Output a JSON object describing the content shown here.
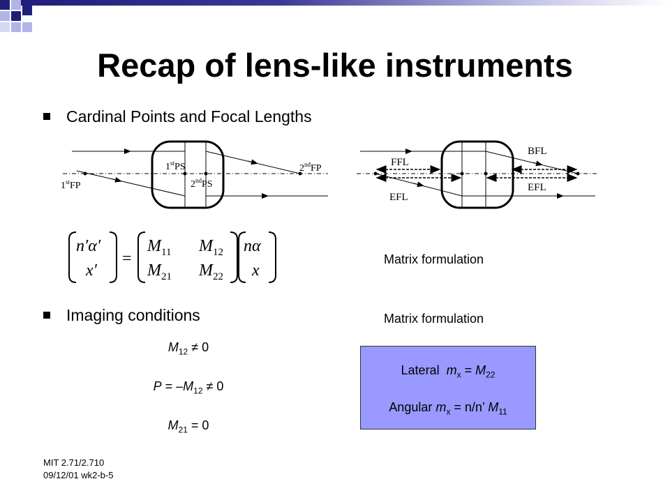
{
  "slide": {
    "title": "Recap of lens-like instruments",
    "bullets": [
      {
        "text": "Cardinal Points and Focal Lengths"
      },
      {
        "text": "Imaging conditions"
      }
    ],
    "matrix_labels": [
      "Matrix formulation",
      "Matrix formulation"
    ],
    "diagram_left": {
      "label_1st": "1",
      "sup": "st",
      "label_2nd": "2",
      "sup2": "nd",
      "ps": "PS",
      "fp": "FP"
    },
    "diagram_right": {
      "bfl": "BFL",
      "ffl": "FFL",
      "efl_left": "EFL",
      "efl_right": "EFL"
    },
    "equation": {
      "lhs_top": "n′α′",
      "lhs_bottom": "x′",
      "equals": "=",
      "m11": "M",
      "m11_sub": "11",
      "m12": "M",
      "m12_sub": "12",
      "m21": "M",
      "m21_sub": "21",
      "m22": "M",
      "m22_sub": "22",
      "rhs_top": "nα",
      "rhs_bottom": "x"
    },
    "conditions": {
      "c1": {
        "var": "M",
        "sub": "12",
        "rest": " ≠ 0"
      },
      "c2": {
        "var_p": "P",
        "mid": " = –",
        "var": "M",
        "sub": "12",
        "rest": " ≠ 0"
      },
      "c3": {
        "var": "M",
        "sub": "21",
        "rest": " = 0"
      }
    },
    "magnification_box": {
      "lateral_label": "Lateral  ",
      "lateral_m": "m",
      "lateral_msub": "x",
      "lateral_eq": " = ",
      "lateral_M": "M",
      "lateral_Msub": "22",
      "angular_label": "Angular ",
      "angular_m": "m",
      "angular_msub": "x",
      "angular_eq": " = n/n’ ",
      "angular_M": "M",
      "angular_Msub": "11"
    },
    "footer": {
      "line1": "MIT 2.71/2.710",
      "line2": "09/12/01 wk2-b-5"
    }
  },
  "colors": {
    "navy": "#1f1f7a",
    "lavender": "#b3b3e6",
    "box_fill": "#9999ff"
  }
}
